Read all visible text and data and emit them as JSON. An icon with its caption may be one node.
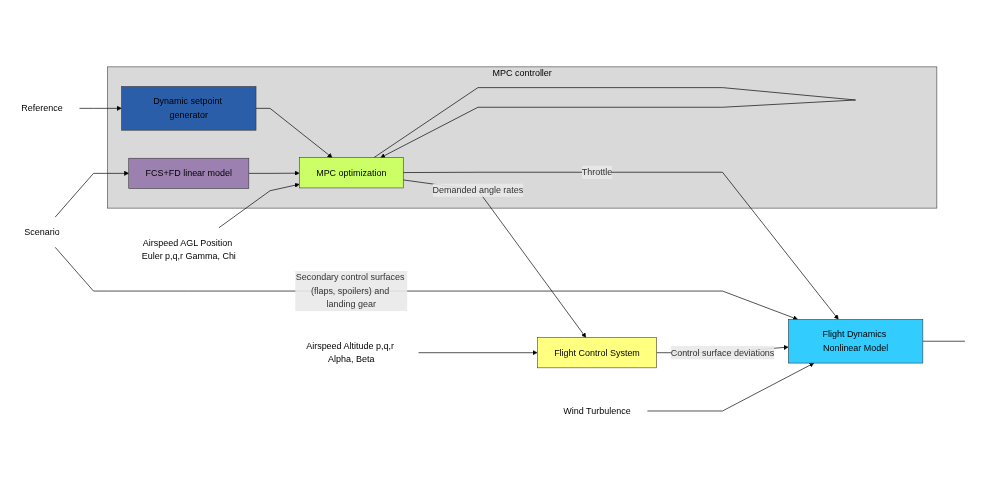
{
  "diagram": {
    "nodes": [
      {
        "text": [
          "MPC controller"
        ]
      },
      {
        "text": [
          "FCS+FD linear model"
        ],
        "in": 0
      },
      {
        "text": [
          "Dynamic setpoint generator"
        ],
        "in": 0
      },
      {
        "text": [
          "MPC optimization"
        ],
        "in": 0
      },
      {
        "text": [
          "Flight Control System"
        ]
      },
      {
        "text": [
          "Flight Dynamics Nonlinear Model"
        ]
      },
      {
        "text": [
          "Scenario"
        ]
      },
      {
        "text": [
          "Reference"
        ]
      },
      {
        "text": [
          "Airspeed AGL Position Euler p,q,r Gamma, Chi"
        ]
      },
      {
        "text": [
          "Airspeed Altitude p,q,r Alpha, Beta"
        ]
      },
      {
        "text": [
          "Wind Turbulence"
        ]
      }
    ],
    "edges": [
      {
        "from": 6,
        "to": 1,
        "arrow": "to"
      },
      {
        "from": 6,
        "to": 5,
        "label": "Secondary control surfaces (flaps, spoilers) and landing gear",
        "arrow": "to"
      },
      {
        "from": 7,
        "to": 2,
        "arrow": "to"
      },
      {
        "from": 2,
        "to": 3,
        "arrow": "to"
      },
      {
        "from": 1,
        "to": 3,
        "arrow": "to"
      },
      {
        "from": 8,
        "to": 3,
        "arrow": "to"
      },
      {
        "from": 3,
        "to": 4,
        "label": "Demanded angle rates",
        "arrow": "to"
      },
      {
        "from": 3,
        "to": 3,
        "arrow": "to"
      },
      {
        "from": 3,
        "to": 5,
        "label": "Throttle",
        "arrow": "to"
      },
      {
        "from": 4,
        "to": 5,
        "label": "Control surface deviations",
        "arrow": "to"
      },
      {
        "from": 9,
        "to": 4,
        "arrow": "to"
      },
      {
        "from": 10,
        "to": 5,
        "arrow": "to"
      },
      {
        "from": 5,
        "to": null,
        "arrow": "none"
      }
    ]
  }
}
